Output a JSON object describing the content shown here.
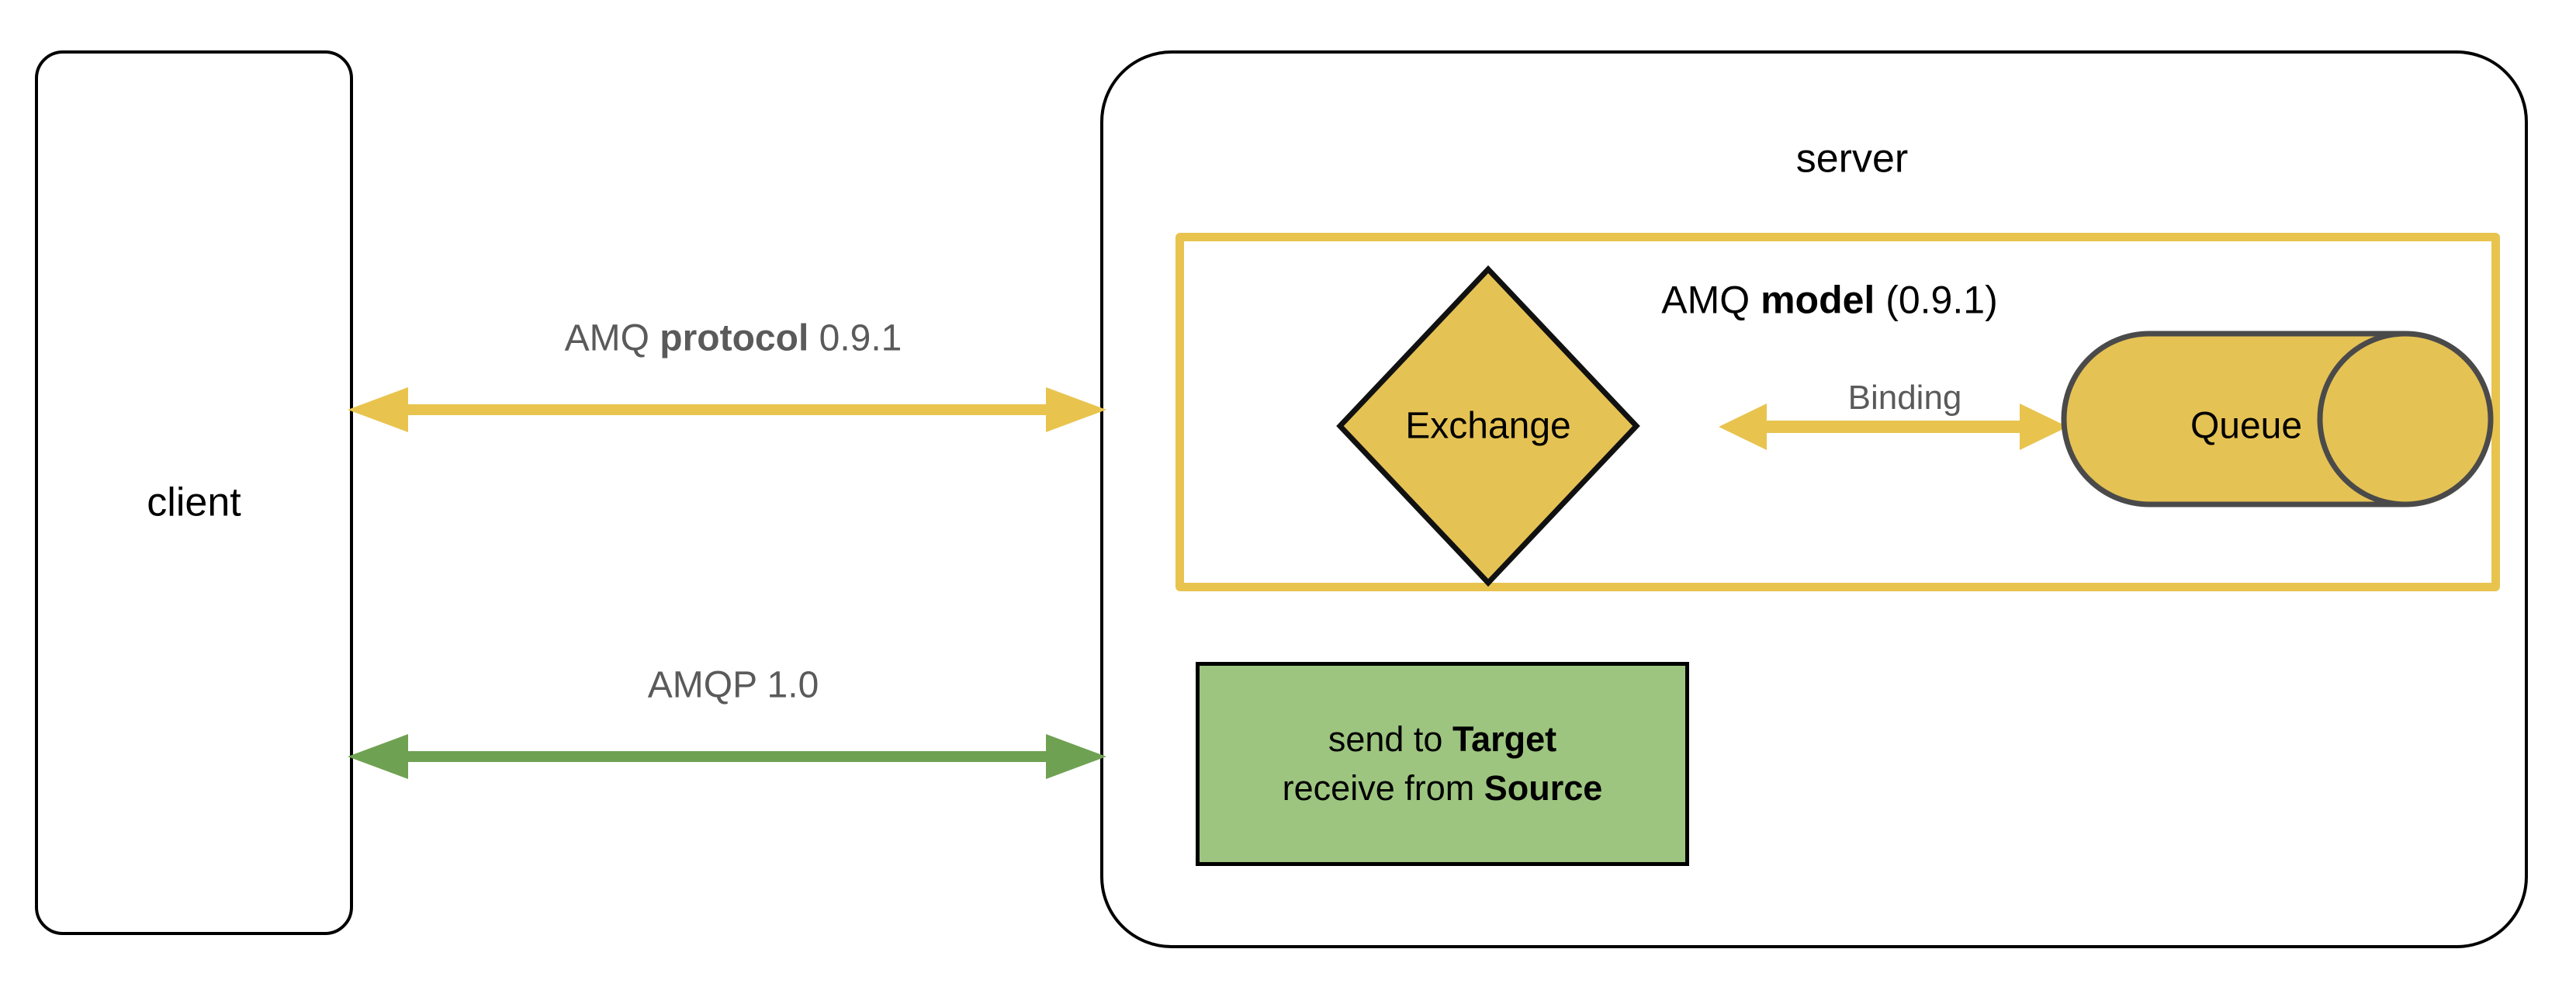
{
  "diagram": {
    "type": "architecture-diagram",
    "title_visible": false,
    "colors": {
      "amq_yellow": "#E8C44F",
      "exchange_fill": "#E5C254",
      "queue_fill": "#E5C254",
      "queue_stroke": "#4A4A4A",
      "amqp_green": "#9DC57F",
      "arrow_green": "#6FA152",
      "label_gray": "#5A5A5A",
      "outline_black": "#000000",
      "background": "#FFFFFF"
    },
    "client": {
      "label": "client"
    },
    "server": {
      "label": "server",
      "amq_model": {
        "label_prefix": "AMQ ",
        "label_bold": "model",
        "label_suffix": " (0.9.1)",
        "exchange": {
          "label": "Exchange",
          "shape": "diamond"
        },
        "queue": {
          "label": "Queue",
          "shape": "cylinder"
        },
        "binding": {
          "label": "Binding",
          "arrow": "double-headed"
        }
      },
      "amqp_endpoints": {
        "line1_prefix": "send to ",
        "line1_bold": "Target",
        "line2_prefix": "receive from ",
        "line2_bold": "Source"
      }
    },
    "connections": [
      {
        "name": "amq-protocol",
        "label_prefix": "AMQ ",
        "label_bold": "protocol",
        "label_suffix": " 0.9.1",
        "color": "#E8C44F",
        "arrow": "double-headed"
      },
      {
        "name": "amqp-1-0",
        "label": "AMQP 1.0",
        "color": "#6FA152",
        "arrow": "double-headed"
      }
    ]
  }
}
